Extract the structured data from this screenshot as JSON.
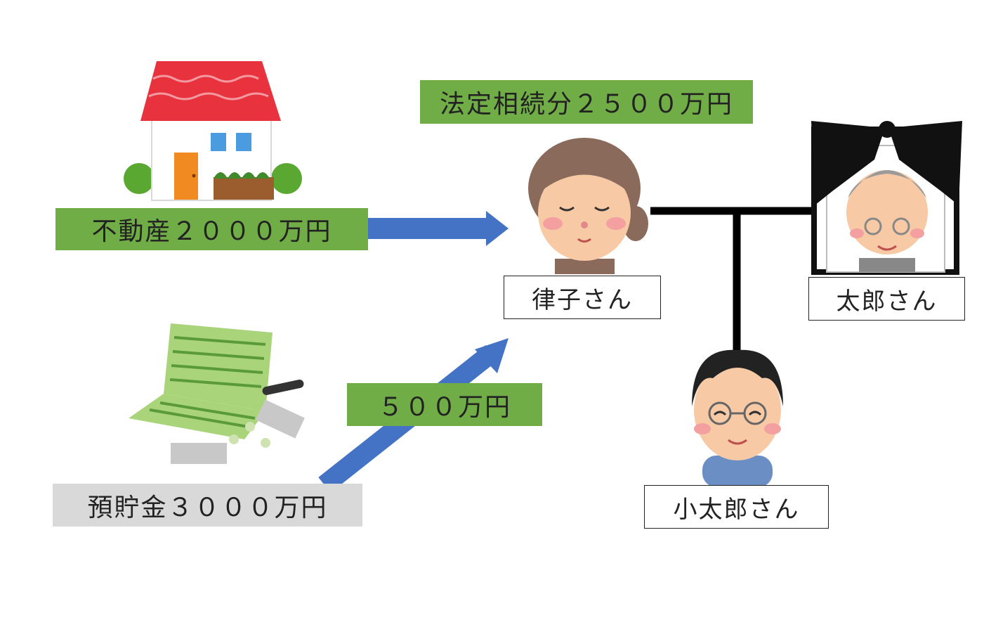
{
  "labels": {
    "legal_share": "法定相続分２５００万円",
    "real_estate": "不動産２０００万円",
    "transfer_500": "５００万円",
    "deposits": "預貯金３０００万円",
    "ritsuko": "律子さん",
    "taro": "太郎さん",
    "kotaro": "小太郎さん"
  },
  "colors": {
    "label_green": "#70ad47",
    "label_gray": "#d9d9d9",
    "arrow_blue": "#4472c4",
    "roof_red": "#e8323e",
    "family_line": "#000000"
  },
  "icons": [
    "house-icon",
    "bankbook-icon",
    "grandmother-icon",
    "deceased-grandfather-portrait-icon",
    "son-with-glasses-icon"
  ]
}
